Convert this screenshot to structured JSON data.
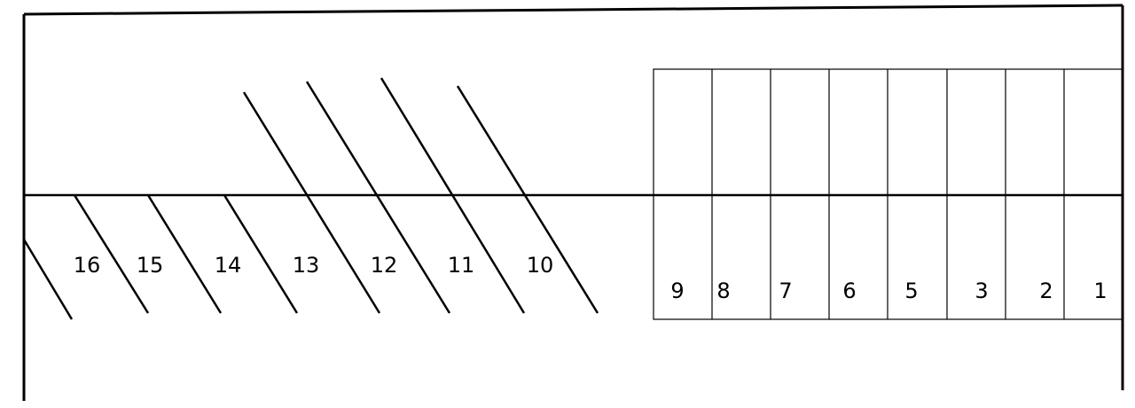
{
  "diagram": {
    "slanted_space_labels": [
      "16",
      "15",
      "14",
      "13",
      "12",
      "11",
      "10"
    ],
    "box_space_labels": [
      "9",
      "8",
      "7",
      "6",
      "5",
      "3",
      "2",
      "1"
    ],
    "line_color": "#000000",
    "background": "#ffffff"
  }
}
